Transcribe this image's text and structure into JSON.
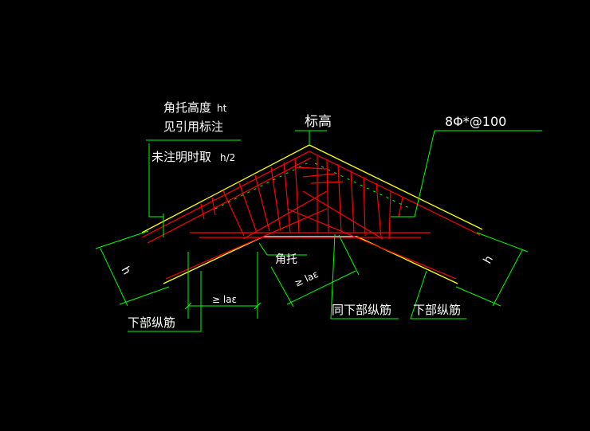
{
  "labels": {
    "haunch_height_line1": "角托高度",
    "haunch_height_symbol": "ht",
    "see_reference_note": "见引用标注",
    "default_line1": "未注明时取",
    "default_symbol": "h/2",
    "elevation": "标高",
    "stirrup_spec": "8Φ*@100",
    "haunch": "角托",
    "anchorage_left": "≥ laε",
    "anchorage_center": "≥ laε",
    "bottom_bar_left": "下部纵筋",
    "bottom_bar_right": "下部纵筋",
    "same_as_bottom_bar": "同下部纵筋",
    "dim_h_left": "h",
    "dim_h_right": "h"
  },
  "colors": {
    "background": "#000000",
    "outline": "#ffff00",
    "rebar": "#ff0000",
    "leader": "#00ff00",
    "text": "#ffffff",
    "haunch_line": "#ffffff"
  }
}
